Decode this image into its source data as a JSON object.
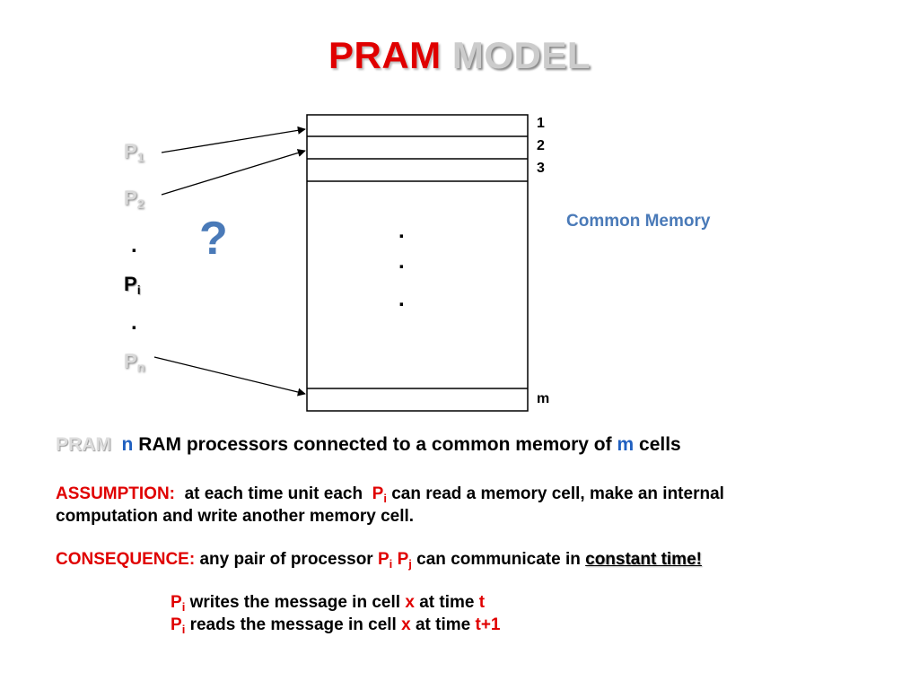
{
  "title": {
    "part1": "PRAM",
    "part2": "MODEL"
  },
  "processors": {
    "p1": {
      "letter": "P",
      "sub": "1"
    },
    "p2": {
      "letter": "P",
      "sub": "2"
    },
    "dot1": ".",
    "pi": {
      "letter": "P",
      "sub": "i"
    },
    "dot2": ".",
    "pn": {
      "letter": "P",
      "sub": "n"
    }
  },
  "question_mark": "?",
  "memory": {
    "labels": {
      "c1": "1",
      "c2": "2",
      "c3": "3",
      "cm": "m"
    },
    "dots": [
      ".",
      ".",
      "."
    ],
    "caption": "Common Memory"
  },
  "text": {
    "pram_line": {
      "pram": "PRAM",
      "n": "n",
      "mid": "RAM processors connected to a common memory of",
      "m": "m",
      "end": "cells"
    },
    "assumption": {
      "label": "ASSUMPTION:",
      "t1": "at each time unit each",
      "p": "P",
      "psub": "i",
      "t2": "can read a memory cell, make an internal",
      "line2": "computation and write another memory cell."
    },
    "consequence": {
      "label": "CONSEQUENCE:",
      "t1": "any pair of processor",
      "p1": "P",
      "p1sub": "i",
      "p2": "P",
      "p2sub": "j",
      "t2": "can communicate in",
      "emph": "constant time!"
    },
    "writes": {
      "p": "P",
      "psub": "i",
      "t1": "writes the message in cell",
      "x": "x",
      "t2": "at time",
      "time": "t"
    },
    "reads": {
      "p": "P",
      "psub": "i",
      "t1": "reads the message  in cell",
      "x": "x",
      "t2": "at time",
      "time": "t+1"
    }
  }
}
